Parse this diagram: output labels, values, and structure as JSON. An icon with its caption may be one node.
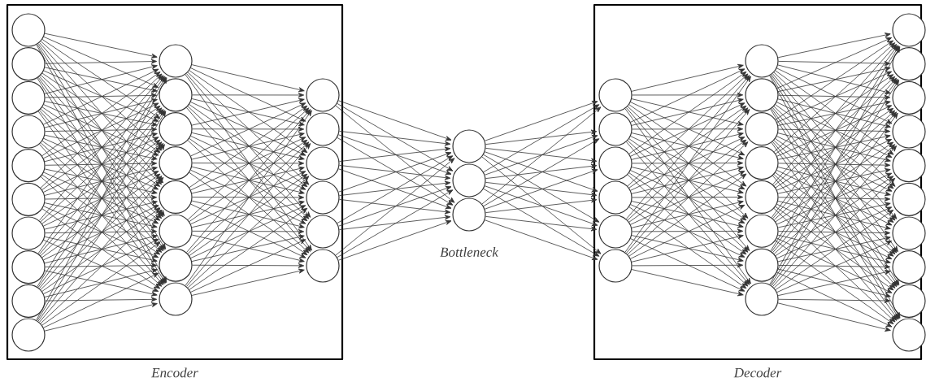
{
  "diagram": {
    "nodes": [
      {
        "text": [
          "Encoder"
        ]
      },
      {
        "text": [],
        "shape": "circle",
        "in": 0
      },
      {
        "text": [],
        "shape": "circle",
        "in": 0
      },
      {
        "text": [],
        "shape": "circle",
        "in": 0
      },
      {
        "text": [],
        "shape": "circle",
        "in": 0
      },
      {
        "text": [],
        "shape": "circle",
        "in": 0
      },
      {
        "text": [],
        "shape": "circle",
        "in": 0
      },
      {
        "text": [],
        "shape": "circle",
        "in": 0
      },
      {
        "text": [],
        "shape": "circle",
        "in": 0
      },
      {
        "text": [],
        "shape": "circle",
        "in": 0
      },
      {
        "text": [],
        "shape": "circle",
        "in": 0
      },
      {
        "text": [],
        "shape": "circle",
        "in": 0
      },
      {
        "text": [],
        "shape": "circle",
        "in": 0
      },
      {
        "text": [],
        "shape": "circle",
        "in": 0
      },
      {
        "text": [],
        "shape": "circle",
        "in": 0
      },
      {
        "text": [],
        "shape": "circle",
        "in": 0
      },
      {
        "text": [],
        "shape": "circle",
        "in": 0
      },
      {
        "text": [],
        "shape": "circle",
        "in": 0
      },
      {
        "text": [],
        "shape": "circle",
        "in": 0
      },
      {
        "text": [],
        "shape": "circle",
        "in": 0
      },
      {
        "text": [],
        "shape": "circle",
        "in": 0
      },
      {
        "text": [],
        "shape": "circle",
        "in": 0
      },
      {
        "text": [],
        "shape": "circle",
        "in": 0
      },
      {
        "text": [],
        "shape": "circle",
        "in": 0
      },
      {
        "text": [],
        "shape": "circle",
        "in": 0
      },
      {
        "text": [],
        "shape": "circle"
      },
      {
        "text": [],
        "shape": "circle"
      },
      {
        "text": [],
        "shape": "circle"
      },
      {
        "text": [
          "Decoder"
        ]
      },
      {
        "text": [],
        "shape": "circle",
        "in": 28
      },
      {
        "text": [],
        "shape": "circle",
        "in": 28
      },
      {
        "text": [],
        "shape": "circle",
        "in": 28
      },
      {
        "text": [],
        "shape": "circle",
        "in": 28
      },
      {
        "text": [],
        "shape": "circle",
        "in": 28
      },
      {
        "text": [],
        "shape": "circle",
        "in": 28
      },
      {
        "text": [],
        "shape": "circle",
        "in": 28
      },
      {
        "text": [],
        "shape": "circle",
        "in": 28
      },
      {
        "text": [],
        "shape": "circle",
        "in": 28
      },
      {
        "text": [],
        "shape": "circle",
        "in": 28
      },
      {
        "text": [],
        "shape": "circle",
        "in": 28
      },
      {
        "text": [],
        "shape": "circle",
        "in": 28
      },
      {
        "text": [],
        "shape": "circle",
        "in": 28
      },
      {
        "text": [],
        "shape": "circle",
        "in": 28
      },
      {
        "text": [],
        "shape": "circle",
        "in": 28
      },
      {
        "text": [],
        "shape": "circle",
        "in": 28
      },
      {
        "text": [],
        "shape": "circle",
        "in": 28
      },
      {
        "text": [],
        "shape": "circle",
        "in": 28
      },
      {
        "text": [],
        "shape": "circle",
        "in": 28
      },
      {
        "text": [],
        "shape": "circle",
        "in": 28
      },
      {
        "text": [],
        "shape": "circle",
        "in": 28
      },
      {
        "text": [],
        "shape": "circle",
        "in": 28
      },
      {
        "text": [],
        "shape": "circle",
        "in": 28
      },
      {
        "text": [],
        "shape": "circle",
        "in": 28
      }
    ],
    "edges": [
      {
        "from": 1,
        "to": 11,
        "arrow": "to"
      },
      {
        "from": 1,
        "to": 12,
        "arrow": "to"
      },
      {
        "from": 1,
        "to": 13,
        "arrow": "to"
      },
      {
        "from": 1,
        "to": 14,
        "arrow": "to"
      },
      {
        "from": 1,
        "to": 15,
        "arrow": "to"
      },
      {
        "from": 1,
        "to": 16,
        "arrow": "to"
      },
      {
        "from": 1,
        "to": 17,
        "arrow": "to"
      },
      {
        "from": 1,
        "to": 18,
        "arrow": "to"
      },
      {
        "from": 2,
        "to": 11,
        "arrow": "to"
      },
      {
        "from": 2,
        "to": 12,
        "arrow": "to"
      },
      {
        "from": 2,
        "to": 13,
        "arrow": "to"
      },
      {
        "from": 2,
        "to": 14,
        "arrow": "to"
      },
      {
        "from": 2,
        "to": 15,
        "arrow": "to"
      },
      {
        "from": 2,
        "to": 16,
        "arrow": "to"
      },
      {
        "from": 2,
        "to": 17,
        "arrow": "to"
      },
      {
        "from": 2,
        "to": 18,
        "arrow": "to"
      },
      {
        "from": 3,
        "to": 11,
        "arrow": "to"
      },
      {
        "from": 3,
        "to": 12,
        "arrow": "to"
      },
      {
        "from": 3,
        "to": 13,
        "arrow": "to"
      },
      {
        "from": 3,
        "to": 14,
        "arrow": "to"
      },
      {
        "from": 3,
        "to": 15,
        "arrow": "to"
      },
      {
        "from": 3,
        "to": 16,
        "arrow": "to"
      },
      {
        "from": 3,
        "to": 17,
        "arrow": "to"
      },
      {
        "from": 3,
        "to": 18,
        "arrow": "to"
      },
      {
        "from": 4,
        "to": 11,
        "arrow": "to"
      },
      {
        "from": 4,
        "to": 12,
        "arrow": "to"
      },
      {
        "from": 4,
        "to": 13,
        "arrow": "to"
      },
      {
        "from": 4,
        "to": 14,
        "arrow": "to"
      },
      {
        "from": 4,
        "to": 15,
        "arrow": "to"
      },
      {
        "from": 4,
        "to": 16,
        "arrow": "to"
      },
      {
        "from": 4,
        "to": 17,
        "arrow": "to"
      },
      {
        "from": 4,
        "to": 18,
        "arrow": "to"
      },
      {
        "from": 5,
        "to": 11,
        "arrow": "to"
      },
      {
        "from": 5,
        "to": 12,
        "arrow": "to"
      },
      {
        "from": 5,
        "to": 13,
        "arrow": "to"
      },
      {
        "from": 5,
        "to": 14,
        "arrow": "to"
      },
      {
        "from": 5,
        "to": 15,
        "arrow": "to"
      },
      {
        "from": 5,
        "to": 16,
        "arrow": "to"
      },
      {
        "from": 5,
        "to": 17,
        "arrow": "to"
      },
      {
        "from": 5,
        "to": 18,
        "arrow": "to"
      },
      {
        "from": 6,
        "to": 11,
        "arrow": "to"
      },
      {
        "from": 6,
        "to": 12,
        "arrow": "to"
      },
      {
        "from": 6,
        "to": 13,
        "arrow": "to"
      },
      {
        "from": 6,
        "to": 14,
        "arrow": "to"
      },
      {
        "from": 6,
        "to": 15,
        "arrow": "to"
      },
      {
        "from": 6,
        "to": 16,
        "arrow": "to"
      },
      {
        "from": 6,
        "to": 17,
        "arrow": "to"
      },
      {
        "from": 6,
        "to": 18,
        "arrow": "to"
      },
      {
        "from": 7,
        "to": 11,
        "arrow": "to"
      },
      {
        "from": 7,
        "to": 12,
        "arrow": "to"
      },
      {
        "from": 7,
        "to": 13,
        "arrow": "to"
      },
      {
        "from": 7,
        "to": 14,
        "arrow": "to"
      },
      {
        "from": 7,
        "to": 15,
        "arrow": "to"
      },
      {
        "from": 7,
        "to": 16,
        "arrow": "to"
      },
      {
        "from": 7,
        "to": 17,
        "arrow": "to"
      },
      {
        "from": 7,
        "to": 18,
        "arrow": "to"
      },
      {
        "from": 8,
        "to": 11,
        "arrow": "to"
      },
      {
        "from": 8,
        "to": 12,
        "arrow": "to"
      },
      {
        "from": 8,
        "to": 13,
        "arrow": "to"
      },
      {
        "from": 8,
        "to": 14,
        "arrow": "to"
      },
      {
        "from": 8,
        "to": 15,
        "arrow": "to"
      },
      {
        "from": 8,
        "to": 16,
        "arrow": "to"
      },
      {
        "from": 8,
        "to": 17,
        "arrow": "to"
      },
      {
        "from": 8,
        "to": 18,
        "arrow": "to"
      },
      {
        "from": 9,
        "to": 11,
        "arrow": "to"
      },
      {
        "from": 9,
        "to": 12,
        "arrow": "to"
      },
      {
        "from": 9,
        "to": 13,
        "arrow": "to"
      },
      {
        "from": 9,
        "to": 14,
        "arrow": "to"
      },
      {
        "from": 9,
        "to": 15,
        "arrow": "to"
      },
      {
        "from": 9,
        "to": 16,
        "arrow": "to"
      },
      {
        "from": 9,
        "to": 17,
        "arrow": "to"
      },
      {
        "from": 9,
        "to": 18,
        "arrow": "to"
      },
      {
        "from": 10,
        "to": 11,
        "arrow": "to"
      },
      {
        "from": 10,
        "to": 12,
        "arrow": "to"
      },
      {
        "from": 10,
        "to": 13,
        "arrow": "to"
      },
      {
        "from": 10,
        "to": 14,
        "arrow": "to"
      },
      {
        "from": 10,
        "to": 15,
        "arrow": "to"
      },
      {
        "from": 10,
        "to": 16,
        "arrow": "to"
      },
      {
        "from": 10,
        "to": 17,
        "arrow": "to"
      },
      {
        "from": 10,
        "to": 18,
        "arrow": "to"
      },
      {
        "from": 11,
        "to": 19,
        "arrow": "to"
      },
      {
        "from": 11,
        "to": 20,
        "arrow": "to"
      },
      {
        "from": 11,
        "to": 21,
        "arrow": "to"
      },
      {
        "from": 11,
        "to": 22,
        "arrow": "to"
      },
      {
        "from": 11,
        "to": 23,
        "arrow": "to"
      },
      {
        "from": 11,
        "to": 24,
        "arrow": "to"
      },
      {
        "from": 12,
        "to": 19,
        "arrow": "to"
      },
      {
        "from": 12,
        "to": 20,
        "arrow": "to"
      },
      {
        "from": 12,
        "to": 21,
        "arrow": "to"
      },
      {
        "from": 12,
        "to": 22,
        "arrow": "to"
      },
      {
        "from": 12,
        "to": 23,
        "arrow": "to"
      },
      {
        "from": 12,
        "to": 24,
        "arrow": "to"
      },
      {
        "from": 13,
        "to": 19,
        "arrow": "to"
      },
      {
        "from": 13,
        "to": 20,
        "arrow": "to"
      },
      {
        "from": 13,
        "to": 21,
        "arrow": "to"
      },
      {
        "from": 13,
        "to": 22,
        "arrow": "to"
      },
      {
        "from": 13,
        "to": 23,
        "arrow": "to"
      },
      {
        "from": 13,
        "to": 24,
        "arrow": "to"
      },
      {
        "from": 14,
        "to": 19,
        "arrow": "to"
      },
      {
        "from": 14,
        "to": 20,
        "arrow": "to"
      },
      {
        "from": 14,
        "to": 21,
        "arrow": "to"
      },
      {
        "from": 14,
        "to": 22,
        "arrow": "to"
      },
      {
        "from": 14,
        "to": 23,
        "arrow": "to"
      },
      {
        "from": 14,
        "to": 24,
        "arrow": "to"
      },
      {
        "from": 15,
        "to": 19,
        "arrow": "to"
      },
      {
        "from": 15,
        "to": 20,
        "arrow": "to"
      },
      {
        "from": 15,
        "to": 21,
        "arrow": "to"
      },
      {
        "from": 15,
        "to": 22,
        "arrow": "to"
      },
      {
        "from": 15,
        "to": 23,
        "arrow": "to"
      },
      {
        "from": 15,
        "to": 24,
        "arrow": "to"
      },
      {
        "from": 16,
        "to": 19,
        "arrow": "to"
      },
      {
        "from": 16,
        "to": 20,
        "arrow": "to"
      },
      {
        "from": 16,
        "to": 21,
        "arrow": "to"
      },
      {
        "from": 16,
        "to": 22,
        "arrow": "to"
      },
      {
        "from": 16,
        "to": 23,
        "arrow": "to"
      },
      {
        "from": 16,
        "to": 24,
        "arrow": "to"
      },
      {
        "from": 17,
        "to": 19,
        "arrow": "to"
      },
      {
        "from": 17,
        "to": 20,
        "arrow": "to"
      },
      {
        "from": 17,
        "to": 21,
        "arrow": "to"
      },
      {
        "from": 17,
        "to": 22,
        "arrow": "to"
      },
      {
        "from": 17,
        "to": 23,
        "arrow": "to"
      },
      {
        "from": 17,
        "to": 24,
        "arrow": "to"
      },
      {
        "from": 18,
        "to": 19,
        "arrow": "to"
      },
      {
        "from": 18,
        "to": 20,
        "arrow": "to"
      },
      {
        "from": 18,
        "to": 21,
        "arrow": "to"
      },
      {
        "from": 18,
        "to": 22,
        "arrow": "to"
      },
      {
        "from": 18,
        "to": 23,
        "arrow": "to"
      },
      {
        "from": 18,
        "to": 24,
        "arrow": "to"
      },
      {
        "from": 19,
        "to": 25,
        "arrow": "to"
      },
      {
        "from": 19,
        "to": 26,
        "arrow": "to"
      },
      {
        "from": 19,
        "to": 27,
        "arrow": "to"
      },
      {
        "from": 20,
        "to": 25,
        "arrow": "to"
      },
      {
        "from": 20,
        "to": 26,
        "arrow": "to"
      },
      {
        "from": 20,
        "to": 27,
        "arrow": "to"
      },
      {
        "from": 21,
        "to": 25,
        "arrow": "to"
      },
      {
        "from": 21,
        "to": 26,
        "arrow": "to"
      },
      {
        "from": 21,
        "to": 27,
        "arrow": "to"
      },
      {
        "from": 22,
        "to": 25,
        "arrow": "to"
      },
      {
        "from": 22,
        "to": 26,
        "arrow": "to"
      },
      {
        "from": 22,
        "to": 27,
        "arrow": "to"
      },
      {
        "from": 23,
        "to": 25,
        "arrow": "to"
      },
      {
        "from": 23,
        "to": 26,
        "arrow": "to"
      },
      {
        "from": 23,
        "to": 27,
        "arrow": "to"
      },
      {
        "from": 24,
        "to": 25,
        "arrow": "to"
      },
      {
        "from": 24,
        "to": 26,
        "arrow": "to"
      },
      {
        "from": 24,
        "to": 27,
        "arrow": "to"
      },
      {
        "from": 25,
        "to": 29,
        "arrow": "to"
      },
      {
        "from": 25,
        "to": 30,
        "arrow": "to"
      },
      {
        "from": 25,
        "to": 31,
        "arrow": "to"
      },
      {
        "from": 25,
        "to": 32,
        "arrow": "to"
      },
      {
        "from": 25,
        "to": 33,
        "arrow": "to"
      },
      {
        "from": 25,
        "to": 34,
        "arrow": "to"
      },
      {
        "from": 26,
        "to": 29,
        "arrow": "to"
      },
      {
        "from": 26,
        "to": 30,
        "arrow": "to"
      },
      {
        "from": 26,
        "to": 31,
        "arrow": "to"
      },
      {
        "from": 26,
        "to": 32,
        "arrow": "to"
      },
      {
        "from": 26,
        "to": 33,
        "arrow": "to"
      },
      {
        "from": 26,
        "to": 34,
        "arrow": "to"
      },
      {
        "from": 27,
        "to": 29,
        "arrow": "to"
      },
      {
        "from": 27,
        "to": 30,
        "arrow": "to"
      },
      {
        "from": 27,
        "to": 31,
        "arrow": "to"
      },
      {
        "from": 27,
        "to": 32,
        "arrow": "to"
      },
      {
        "from": 27,
        "to": 33,
        "arrow": "to"
      },
      {
        "from": 27,
        "to": 34,
        "arrow": "to"
      },
      {
        "from": 29,
        "to": 35,
        "arrow": "to"
      },
      {
        "from": 29,
        "to": 36,
        "arrow": "to"
      },
      {
        "from": 29,
        "to": 37,
        "arrow": "to"
      },
      {
        "from": 29,
        "to": 38,
        "arrow": "to"
      },
      {
        "from": 29,
        "to": 39,
        "arrow": "to"
      },
      {
        "from": 29,
        "to": 40,
        "arrow": "to"
      },
      {
        "from": 29,
        "to": 41,
        "arrow": "to"
      },
      {
        "from": 29,
        "to": 42,
        "arrow": "to"
      },
      {
        "from": 30,
        "to": 35,
        "arrow": "to"
      },
      {
        "from": 30,
        "to": 36,
        "arrow": "to"
      },
      {
        "from": 30,
        "to": 37,
        "arrow": "to"
      },
      {
        "from": 30,
        "to": 38,
        "arrow": "to"
      },
      {
        "from": 30,
        "to": 39,
        "arrow": "to"
      },
      {
        "from": 30,
        "to": 40,
        "arrow": "to"
      },
      {
        "from": 30,
        "to": 41,
        "arrow": "to"
      },
      {
        "from": 30,
        "to": 42,
        "arrow": "to"
      },
      {
        "from": 31,
        "to": 35,
        "arrow": "to"
      },
      {
        "from": 31,
        "to": 36,
        "arrow": "to"
      },
      {
        "from": 31,
        "to": 37,
        "arrow": "to"
      },
      {
        "from": 31,
        "to": 38,
        "arrow": "to"
      },
      {
        "from": 31,
        "to": 39,
        "arrow": "to"
      },
      {
        "from": 31,
        "to": 40,
        "arrow": "to"
      },
      {
        "from": 31,
        "to": 41,
        "arrow": "to"
      },
      {
        "from": 31,
        "to": 42,
        "arrow": "to"
      },
      {
        "from": 32,
        "to": 35,
        "arrow": "to"
      },
      {
        "from": 32,
        "to": 36,
        "arrow": "to"
      },
      {
        "from": 32,
        "to": 37,
        "arrow": "to"
      },
      {
        "from": 32,
        "to": 38,
        "arrow": "to"
      },
      {
        "from": 32,
        "to": 39,
        "arrow": "to"
      },
      {
        "from": 32,
        "to": 40,
        "arrow": "to"
      },
      {
        "from": 32,
        "to": 41,
        "arrow": "to"
      },
      {
        "from": 32,
        "to": 42,
        "arrow": "to"
      },
      {
        "from": 33,
        "to": 35,
        "arrow": "to"
      },
      {
        "from": 33,
        "to": 36,
        "arrow": "to"
      },
      {
        "from": 33,
        "to": 37,
        "arrow": "to"
      },
      {
        "from": 33,
        "to": 38,
        "arrow": "to"
      },
      {
        "from": 33,
        "to": 39,
        "arrow": "to"
      },
      {
        "from": 33,
        "to": 40,
        "arrow": "to"
      },
      {
        "from": 33,
        "to": 41,
        "arrow": "to"
      },
      {
        "from": 33,
        "to": 42,
        "arrow": "to"
      },
      {
        "from": 34,
        "to": 35,
        "arrow": "to"
      },
      {
        "from": 34,
        "to": 36,
        "arrow": "to"
      },
      {
        "from": 34,
        "to": 37,
        "arrow": "to"
      },
      {
        "from": 34,
        "to": 38,
        "arrow": "to"
      },
      {
        "from": 34,
        "to": 39,
        "arrow": "to"
      },
      {
        "from": 34,
        "to": 40,
        "arrow": "to"
      },
      {
        "from": 34,
        "to": 41,
        "arrow": "to"
      },
      {
        "from": 34,
        "to": 42,
        "arrow": "to"
      },
      {
        "from": 35,
        "to": 43,
        "arrow": "to"
      },
      {
        "from": 35,
        "to": 44,
        "arrow": "to"
      },
      {
        "from": 35,
        "to": 45,
        "arrow": "to"
      },
      {
        "from": 35,
        "to": 46,
        "arrow": "to"
      },
      {
        "from": 35,
        "to": 47,
        "arrow": "to"
      },
      {
        "from": 35,
        "to": 48,
        "arrow": "to"
      },
      {
        "from": 35,
        "to": 49,
        "arrow": "to"
      },
      {
        "from": 35,
        "to": 50,
        "arrow": "to"
      },
      {
        "from": 35,
        "to": 51,
        "arrow": "to"
      },
      {
        "from": 35,
        "to": 52,
        "arrow": "to"
      },
      {
        "from": 36,
        "to": 43,
        "arrow": "to"
      },
      {
        "from": 36,
        "to": 44,
        "arrow": "to"
      },
      {
        "from": 36,
        "to": 45,
        "arrow": "to"
      },
      {
        "from": 36,
        "to": 46,
        "arrow": "to"
      },
      {
        "from": 36,
        "to": 47,
        "arrow": "to"
      },
      {
        "from": 36,
        "to": 48,
        "arrow": "to"
      },
      {
        "from": 36,
        "to": 49,
        "arrow": "to"
      },
      {
        "from": 36,
        "to": 50,
        "arrow": "to"
      },
      {
        "from": 36,
        "to": 51,
        "arrow": "to"
      },
      {
        "from": 36,
        "to": 52,
        "arrow": "to"
      },
      {
        "from": 37,
        "to": 43,
        "arrow": "to"
      },
      {
        "from": 37,
        "to": 44,
        "arrow": "to"
      },
      {
        "from": 37,
        "to": 45,
        "arrow": "to"
      },
      {
        "from": 37,
        "to": 46,
        "arrow": "to"
      },
      {
        "from": 37,
        "to": 47,
        "arrow": "to"
      },
      {
        "from": 37,
        "to": 48,
        "arrow": "to"
      },
      {
        "from": 37,
        "to": 49,
        "arrow": "to"
      },
      {
        "from": 37,
        "to": 50,
        "arrow": "to"
      },
      {
        "from": 37,
        "to": 51,
        "arrow": "to"
      },
      {
        "from": 37,
        "to": 52,
        "arrow": "to"
      },
      {
        "from": 38,
        "to": 43,
        "arrow": "to"
      },
      {
        "from": 38,
        "to": 44,
        "arrow": "to"
      },
      {
        "from": 38,
        "to": 45,
        "arrow": "to"
      },
      {
        "from": 38,
        "to": 46,
        "arrow": "to"
      },
      {
        "from": 38,
        "to": 47,
        "arrow": "to"
      },
      {
        "from": 38,
        "to": 48,
        "arrow": "to"
      },
      {
        "from": 38,
        "to": 49,
        "arrow": "to"
      },
      {
        "from": 38,
        "to": 50,
        "arrow": "to"
      },
      {
        "from": 38,
        "to": 51,
        "arrow": "to"
      },
      {
        "from": 38,
        "to": 52,
        "arrow": "to"
      },
      {
        "from": 39,
        "to": 43,
        "arrow": "to"
      },
      {
        "from": 39,
        "to": 44,
        "arrow": "to"
      },
      {
        "from": 39,
        "to": 45,
        "arrow": "to"
      },
      {
        "from": 39,
        "to": 46,
        "arrow": "to"
      },
      {
        "from": 39,
        "to": 47,
        "arrow": "to"
      },
      {
        "from": 39,
        "to": 48,
        "arrow": "to"
      },
      {
        "from": 39,
        "to": 49,
        "arrow": "to"
      },
      {
        "from": 39,
        "to": 50,
        "arrow": "to"
      },
      {
        "from": 39,
        "to": 51,
        "arrow": "to"
      },
      {
        "from": 39,
        "to": 52,
        "arrow": "to"
      },
      {
        "from": 40,
        "to": 43,
        "arrow": "to"
      },
      {
        "from": 40,
        "to": 44,
        "arrow": "to"
      },
      {
        "from": 40,
        "to": 45,
        "arrow": "to"
      },
      {
        "from": 40,
        "to": 46,
        "arrow": "to"
      },
      {
        "from": 40,
        "to": 47,
        "arrow": "to"
      },
      {
        "from": 40,
        "to": 48,
        "arrow": "to"
      },
      {
        "from": 40,
        "to": 49,
        "arrow": "to"
      },
      {
        "from": 40,
        "to": 50,
        "arrow": "to"
      },
      {
        "from": 40,
        "to": 51,
        "arrow": "to"
      },
      {
        "from": 40,
        "to": 52,
        "arrow": "to"
      },
      {
        "from": 41,
        "to": 43,
        "arrow": "to"
      },
      {
        "from": 41,
        "to": 44,
        "arrow": "to"
      },
      {
        "from": 41,
        "to": 45,
        "arrow": "to"
      },
      {
        "from": 41,
        "to": 46,
        "arrow": "to"
      },
      {
        "from": 41,
        "to": 47,
        "arrow": "to"
      },
      {
        "from": 41,
        "to": 48,
        "arrow": "to"
      },
      {
        "from": 41,
        "to": 49,
        "arrow": "to"
      },
      {
        "from": 41,
        "to": 50,
        "arrow": "to"
      },
      {
        "from": 41,
        "to": 51,
        "arrow": "to"
      },
      {
        "from": 41,
        "to": 52,
        "arrow": "to"
      },
      {
        "from": 42,
        "to": 43,
        "arrow": "to"
      },
      {
        "from": 42,
        "to": 44,
        "arrow": "to"
      },
      {
        "from": 42,
        "to": 45,
        "arrow": "to"
      },
      {
        "from": 42,
        "to": 46,
        "arrow": "to"
      },
      {
        "from": 42,
        "to": 47,
        "arrow": "to"
      },
      {
        "from": 42,
        "to": 48,
        "arrow": "to"
      },
      {
        "from": 42,
        "to": 49,
        "arrow": "to"
      },
      {
        "from": 42,
        "to": 50,
        "arrow": "to"
      },
      {
        "from": 42,
        "to": 51,
        "arrow": "to"
      },
      {
        "from": 42,
        "to": 52,
        "arrow": "to"
      }
    ],
    "labels": [
      "Bottleneck"
    ]
  }
}
